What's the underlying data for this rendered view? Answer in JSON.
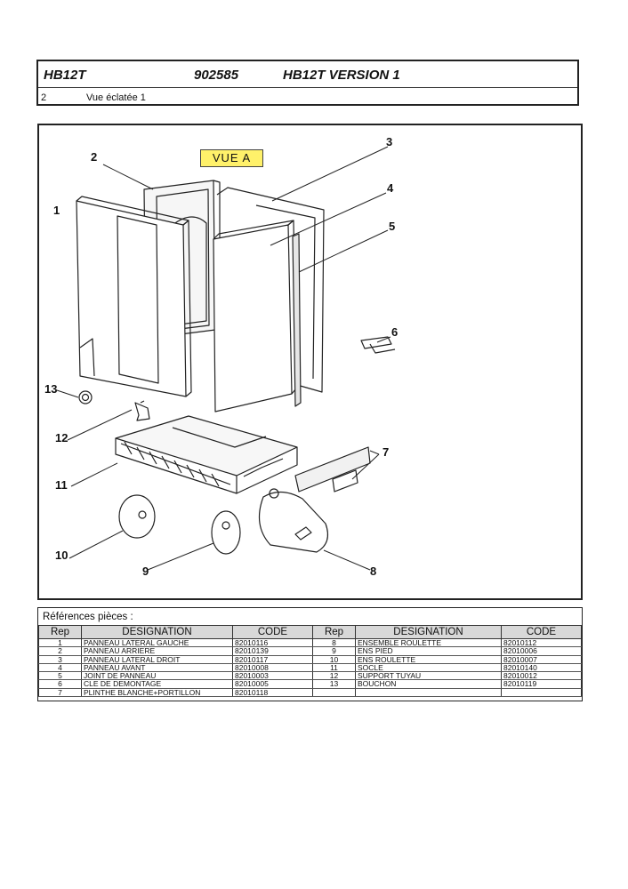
{
  "header": {
    "model": "HB12T",
    "reference": "902585",
    "version": "HB12T VERSION 1",
    "page": "2",
    "view_title": "Vue éclatée 1"
  },
  "diagram": {
    "view_label": "VUE A",
    "callouts": [
      "1",
      "2",
      "3",
      "4",
      "5",
      "6",
      "7",
      "8",
      "9",
      "10",
      "11",
      "12",
      "13"
    ]
  },
  "parts": {
    "title": "Références pièces  :",
    "columns": [
      "Rep",
      "DESIGNATION",
      "CODE",
      "Rep",
      "DESIGNATION",
      "CODE"
    ],
    "rows": [
      {
        "rep1": "1",
        "des1": "PANNEAU LATERAL GAUCHE",
        "code1": "82010116",
        "rep2": "8",
        "des2": "ENSEMBLE ROULETTE",
        "code2": "82010112"
      },
      {
        "rep1": "2",
        "des1": "PANNEAU ARRIERE",
        "code1": "82010139",
        "rep2": "9",
        "des2": "ENS PIED",
        "code2": "82010006"
      },
      {
        "rep1": "3",
        "des1": "PANNEAU LATERAL DROIT",
        "code1": "82010117",
        "rep2": "10",
        "des2": "ENS ROULETTE",
        "code2": "82010007"
      },
      {
        "rep1": "4",
        "des1": "PANNEAU AVANT",
        "code1": "82010008",
        "rep2": "11",
        "des2": "SOCLE",
        "code2": "82010140"
      },
      {
        "rep1": "5",
        "des1": "JOINT DE PANNEAU",
        "code1": "82010003",
        "rep2": "12",
        "des2": "SUPPORT TUYAU",
        "code2": "82010012"
      },
      {
        "rep1": "6",
        "des1": "CLE DE DEMONTAGE",
        "code1": "82010005",
        "rep2": "13",
        "des2": "BOUCHON",
        "code2": "82010119"
      },
      {
        "rep1": "7",
        "des1": "PLINTHE BLANCHE+PORTILLON",
        "code1": "82010118",
        "rep2": "",
        "des2": "",
        "code2": ""
      }
    ]
  }
}
